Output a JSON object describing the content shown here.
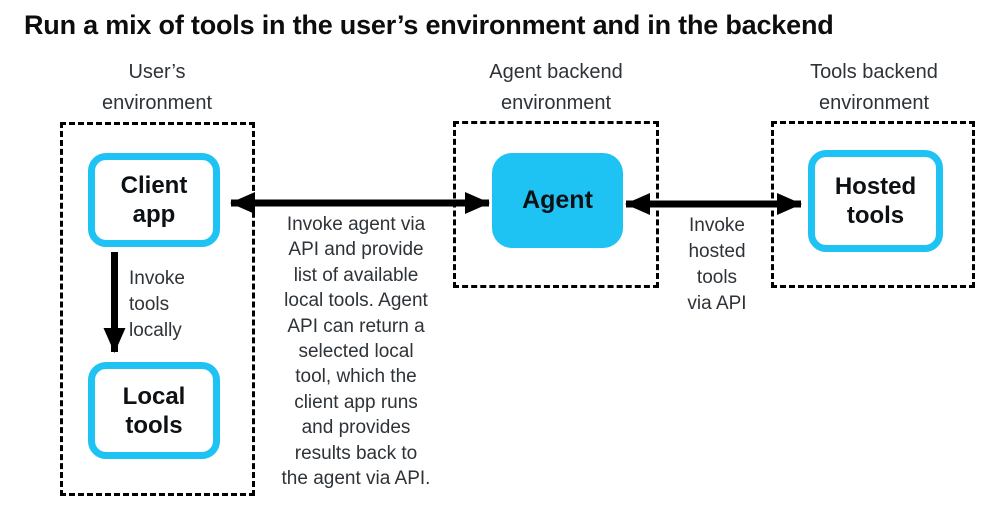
{
  "title": "Run a mix of tools in the user’s environment and in the backend",
  "colors": {
    "accent_cyan": "#1EC3F3",
    "arrow_black": "#000000",
    "node_text": "#0d1114",
    "label_gray": "#2e3338"
  },
  "environments": [
    {
      "id": "user",
      "label": "User’s\nenvironment"
    },
    {
      "id": "agent_backend",
      "label": "Agent backend\nenvironment"
    },
    {
      "id": "tools_backend",
      "label": "Tools backend\nenvironment"
    }
  ],
  "nodes": {
    "client_app": {
      "label": "Client\napp"
    },
    "local_tools": {
      "label": "Local\ntools"
    },
    "agent": {
      "label": "Agent"
    },
    "hosted_tools": {
      "label": "Hosted\ntools"
    }
  },
  "edges": {
    "invoke_local": {
      "label": "Invoke\ntools\nlocally"
    },
    "invoke_agent": {
      "label": "Invoke agent via\nAPI and provide\nlist of available\nlocal tools. Agent\nAPI can return a\nselected local\ntool, which the\nclient app runs\nand provides\nresults back to\nthe agent via API."
    },
    "invoke_hosted": {
      "label": "Invoke\nhosted\ntools\nvia API"
    }
  }
}
